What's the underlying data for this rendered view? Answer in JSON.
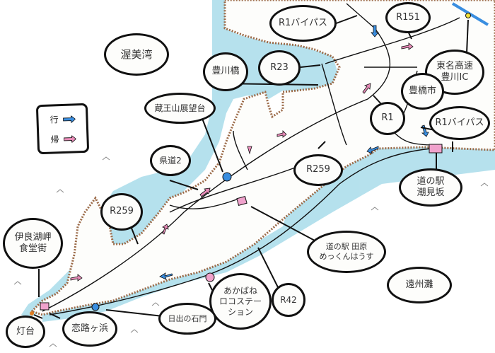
{
  "map": {
    "water_color": "#a9dcea",
    "coast_color": "#b07a55",
    "land_color": "#fdfdfb",
    "outbound_color": "#3a8ee0",
    "return_color": "#e88bb8",
    "station_color": "#f0a2cc"
  },
  "legend": {
    "outbound_label": "行",
    "return_label": "帰"
  },
  "labels": {
    "bay": "渥美湾",
    "toyokawa_bridge": "豊川橋",
    "zaoyama": "蔵王山展望台",
    "route_r1_bypass_top": "R1バイパス",
    "route_r151": "R151",
    "route_r23": "R23",
    "tomei": "東名高速\n豊川IC",
    "toyohashi": "豊橋市",
    "route_r1": "R1",
    "route_r1_bypass_right": "R1バイパス",
    "kendo2": "県道2",
    "route_r259_mid": "R259",
    "michinoeki_shiomizaka": "道の駅\n潮見坂",
    "route_r259_left": "R259",
    "irago_shokudo": "伊良湖岬\n食堂街",
    "michinoeki_tahara": "道の駅 田原\nめっくんはうす",
    "enshu_nada": "遠州灘",
    "akabane": "あかばね\nロコステー\nション",
    "route_r42": "R42",
    "hinode": "日出の石門",
    "lighthouse": "灯台",
    "koijigahama": "恋路ヶ浜"
  }
}
